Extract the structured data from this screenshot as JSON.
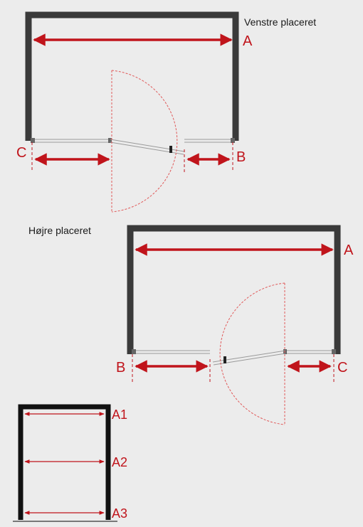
{
  "diagram": {
    "colors": {
      "wall": "#3a3a3a",
      "dimension": "#c0141b",
      "background": "#ececec",
      "glass": "#9a9a9a"
    },
    "left_placed": {
      "caption": "Venstre placeret",
      "label_a": "A",
      "label_b": "B",
      "label_c": "C"
    },
    "right_placed": {
      "caption": "Højre placeret",
      "label_a": "A",
      "label_b": "B",
      "label_c": "C"
    },
    "measurement": {
      "label_a1": "A1",
      "label_a2": "A2",
      "label_a3": "A3"
    }
  }
}
